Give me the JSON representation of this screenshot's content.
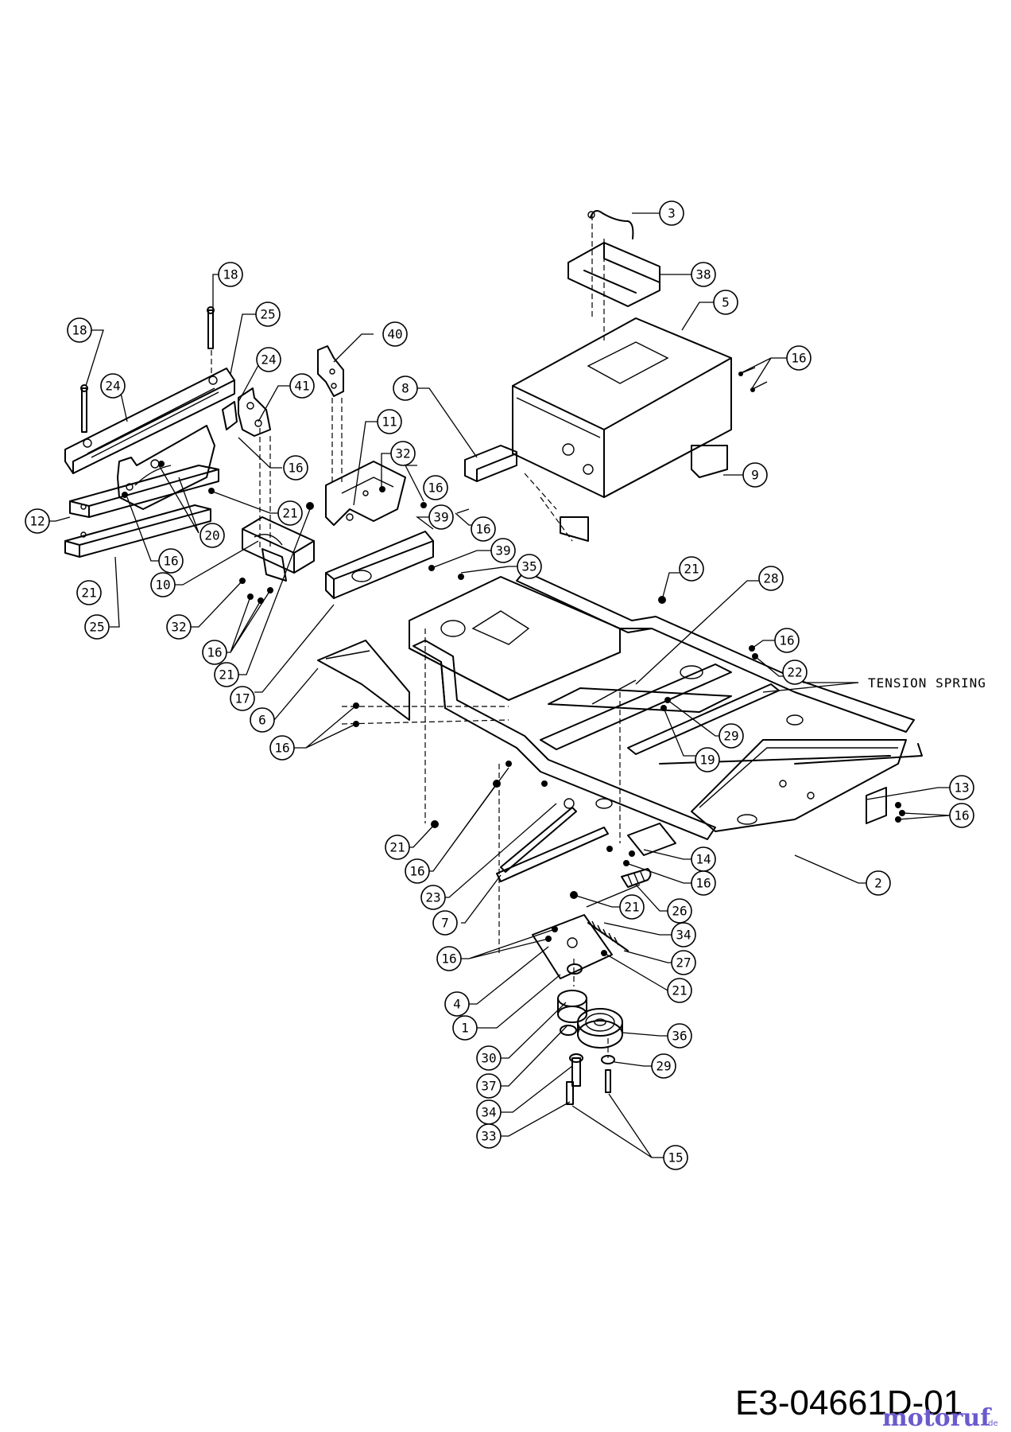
{
  "diagram": {
    "annotation": "TENSION SPRING",
    "drawing_code": "E3-04661D-01",
    "watermark": {
      "brand": "motoruf",
      "suffix": ".de"
    },
    "callouts": [
      {
        "id": "c3",
        "label": "3"
      },
      {
        "id": "c38",
        "label": "38"
      },
      {
        "id": "c5",
        "label": "5"
      },
      {
        "id": "c16a",
        "label": "16"
      },
      {
        "id": "c9",
        "label": "9"
      },
      {
        "id": "c8",
        "label": "8"
      },
      {
        "id": "c40",
        "label": "40"
      },
      {
        "id": "c11",
        "label": "11"
      },
      {
        "id": "c32a",
        "label": "32"
      },
      {
        "id": "c16b",
        "label": "16"
      },
      {
        "id": "c16c",
        "label": "16"
      },
      {
        "id": "c39a",
        "label": "39"
      },
      {
        "id": "c39b",
        "label": "39"
      },
      {
        "id": "c35",
        "label": "35"
      },
      {
        "id": "c18a",
        "label": "18"
      },
      {
        "id": "c18b",
        "label": "18"
      },
      {
        "id": "c25a",
        "label": "25"
      },
      {
        "id": "c24a",
        "label": "24"
      },
      {
        "id": "c24b",
        "label": "24"
      },
      {
        "id": "c41",
        "label": "41"
      },
      {
        "id": "c16d",
        "label": "16"
      },
      {
        "id": "c21a",
        "label": "21"
      },
      {
        "id": "c12",
        "label": "12"
      },
      {
        "id": "c20",
        "label": "20"
      },
      {
        "id": "c16e",
        "label": "16"
      },
      {
        "id": "c21b",
        "label": "21"
      },
      {
        "id": "c25b",
        "label": "25"
      },
      {
        "id": "c10",
        "label": "10"
      },
      {
        "id": "c32b",
        "label": "32"
      },
      {
        "id": "c16f",
        "label": "16"
      },
      {
        "id": "c21c",
        "label": "21"
      },
      {
        "id": "c17",
        "label": "17"
      },
      {
        "id": "c6",
        "label": "6"
      },
      {
        "id": "c16g",
        "label": "16"
      },
      {
        "id": "c21d",
        "label": "21"
      },
      {
        "id": "c28",
        "label": "28"
      },
      {
        "id": "c16h",
        "label": "16"
      },
      {
        "id": "c22",
        "label": "22"
      },
      {
        "id": "c29a",
        "label": "29"
      },
      {
        "id": "c19",
        "label": "19"
      },
      {
        "id": "c13",
        "label": "13"
      },
      {
        "id": "c16i",
        "label": "16"
      },
      {
        "id": "c14",
        "label": "14"
      },
      {
        "id": "c2",
        "label": "2"
      },
      {
        "id": "c21e",
        "label": "21"
      },
      {
        "id": "c16j",
        "label": "16"
      },
      {
        "id": "c23",
        "label": "23"
      },
      {
        "id": "c7",
        "label": "7"
      },
      {
        "id": "c16k",
        "label": "16"
      },
      {
        "id": "c26",
        "label": "26"
      },
      {
        "id": "c21f",
        "label": "21"
      },
      {
        "id": "c34a",
        "label": "34"
      },
      {
        "id": "c27",
        "label": "27"
      },
      {
        "id": "c16l",
        "label": "16"
      },
      {
        "id": "c21g",
        "label": "21"
      },
      {
        "id": "c4",
        "label": "4"
      },
      {
        "id": "c1",
        "label": "1"
      },
      {
        "id": "c36",
        "label": "36"
      },
      {
        "id": "c30",
        "label": "30"
      },
      {
        "id": "c29b",
        "label": "29"
      },
      {
        "id": "c37",
        "label": "37"
      },
      {
        "id": "c34b",
        "label": "34"
      },
      {
        "id": "c33",
        "label": "33"
      },
      {
        "id": "c15",
        "label": "15"
      }
    ]
  }
}
